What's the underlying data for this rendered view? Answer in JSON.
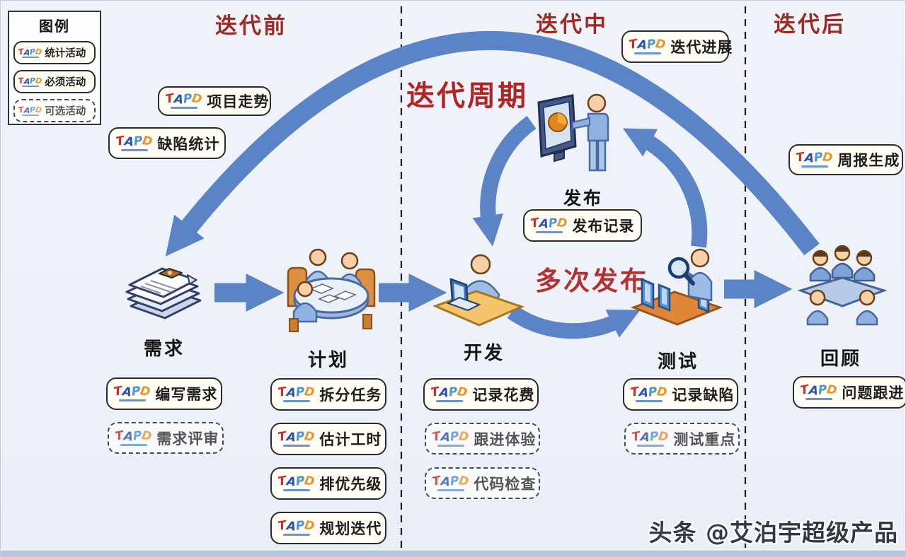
{
  "phase_headers": {
    "before": "迭代前",
    "during": "迭代中",
    "after": "迭代后"
  },
  "legend": {
    "title": "图例",
    "items": [
      {
        "label": "统计活动",
        "style": "solid"
      },
      {
        "label": "必须活动",
        "style": "solid"
      },
      {
        "label": "可选活动",
        "style": "dashed"
      }
    ]
  },
  "cycle": {
    "title": "迭代周期",
    "release_label": "发布",
    "multi_release_label": "多次发布"
  },
  "stages": [
    {
      "name": "需求",
      "icon": "requirements-stack-icon"
    },
    {
      "name": "计划",
      "icon": "planning-table-icon"
    },
    {
      "name": "开发",
      "icon": "development-laptop-icon"
    },
    {
      "name": "测试",
      "icon": "testing-devices-icon"
    },
    {
      "name": "回顾",
      "icon": "review-meeting-icon"
    }
  ],
  "activities": {
    "project_trend": "项目走势",
    "defect_stats": "缺陷统计",
    "iteration_progress": "迭代进展",
    "weekly_report": "周报生成",
    "release_record": "发布记录",
    "write_requirements": "编写需求",
    "requirement_review": "需求评审",
    "split_tasks": "拆分任务",
    "estimate_hours": "估计工时",
    "prioritize": "排优先级",
    "plan_iteration": "规划迭代",
    "record_cost": "记录花费",
    "follow_experience": "跟进体验",
    "code_check": "代码检查",
    "record_defects": "记录缺陷",
    "test_focus": "测试重点",
    "issue_follow_up": "问题跟进"
  },
  "logo": {
    "name": "TAPD",
    "letters": [
      {
        "ch": "T",
        "color": "#cf2b2b"
      },
      {
        "ch": "A",
        "color": "#2a4fae"
      },
      {
        "ch": "P",
        "color": "#4e93d6"
      },
      {
        "ch": "D",
        "color": "#e9942d"
      }
    ]
  },
  "colors": {
    "arrow_blue": "#5b84c6",
    "header_red": "#9b2b24",
    "title_red": "#b22424",
    "divider": "#1c1c1c"
  },
  "watermark": "头条 @艾泊宇超级产品"
}
